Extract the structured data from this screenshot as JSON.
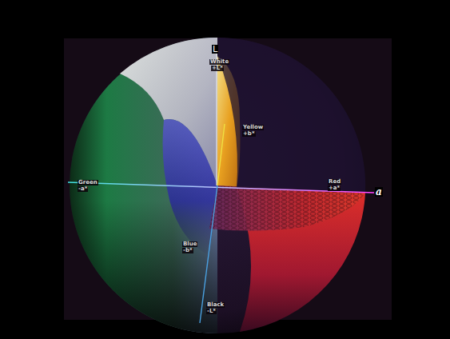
{
  "diagram": {
    "labels": [
      "L",
      "White",
      "+L*",
      "Yellow",
      "+b*",
      "Red",
      "+a*",
      "a",
      "Green",
      "-a*",
      "Blue",
      "-b*",
      "Black",
      "-L*"
    ]
  }
}
